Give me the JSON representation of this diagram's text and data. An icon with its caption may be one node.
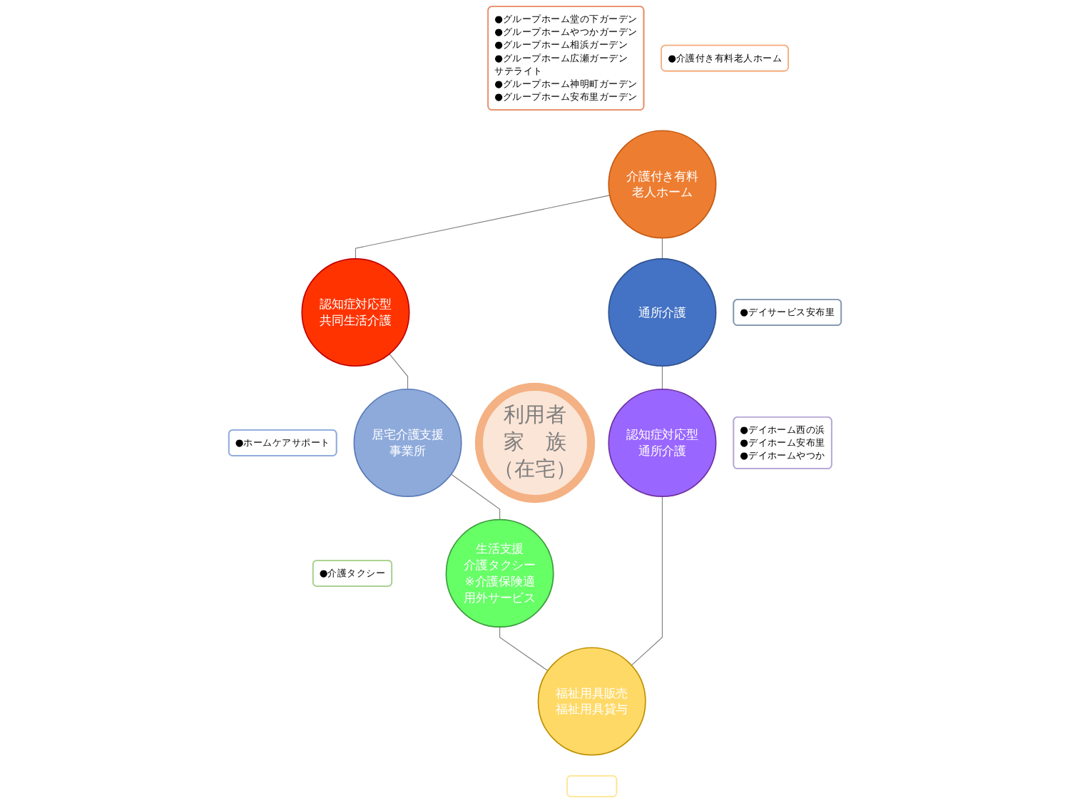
{
  "diagram": {
    "nodes": [
      {
        "text": [
          "利用者",
          "家　族",
          "（在宅）"
        ]
      },
      {
        "text": [
          "介護付き有料老人ホーム"
        ]
      },
      {
        "text": [
          "●介護付き有料老人ホーム"
        ]
      },
      {
        "text": [
          "通所介護"
        ]
      },
      {
        "text": [
          "●デイサービス安布里"
        ]
      },
      {
        "text": [
          "認知症対応型通所介護"
        ]
      },
      {
        "text": [
          "●デイホーム西の浜",
          "●デイホーム安布里",
          "●デイホームやつか"
        ]
      },
      {
        "text": [
          "福祉用具販売",
          "福祉用具貸与"
        ]
      },
      {
        "text": [],
        "shape": "box"
      },
      {
        "text": [
          "生活支援",
          "介護タクシー",
          "※介護保険適用外サービス"
        ]
      },
      {
        "text": [
          "●介護タクシー"
        ]
      },
      {
        "text": [
          "居宅介護支援事業所"
        ]
      },
      {
        "text": [
          "●ホームケアサポート"
        ]
      },
      {
        "text": [
          "認知症対応型共同生活介護"
        ]
      },
      {
        "text": [
          "●グループホーム堂の下ガーデン",
          "●グループホームやつかガーデン",
          "●グループホーム相浜ガーデン",
          "●グループホーム広瀬ガーデン",
          "サテライト",
          "●グループホーム神明町ガーデン",
          "●グループホーム安布里ガーデン"
        ]
      }
    ],
    "edges": [
      {
        "from": 1,
        "to": 13,
        "arrow": "none"
      },
      {
        "from": 13,
        "to": 11,
        "arrow": "none"
      },
      {
        "from": 11,
        "to": 9,
        "arrow": "none"
      },
      {
        "from": 9,
        "to": 7,
        "arrow": "none"
      },
      {
        "from": 5,
        "to": 7,
        "arrow": "none"
      },
      {
        "from": 3,
        "to": 5,
        "arrow": "none"
      },
      {
        "from": 1,
        "to": 3,
        "arrow": "none"
      }
    ]
  }
}
